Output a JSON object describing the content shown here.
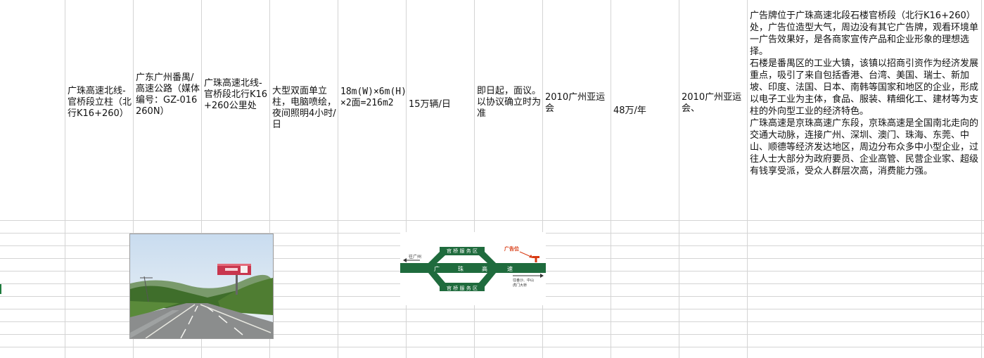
{
  "row": {
    "name": "广珠高速北线-官桥段立柱（北行K16+260）",
    "location": "广东广州番禺/高速公路（媒体编号：GZ-016260N）",
    "position": "广珠高速北线-官桥段北行K16+260公里处",
    "form": "大型双面单立柱，电脑喷绘，夜间照明4小时/日",
    "size": "18m(W)×6m(H)×2面=216m2",
    "traffic": "15万辆/日",
    "availability": "即日起，面议。以协议确立时为准",
    "event": "2010广州亚运会",
    "price": "48万/年",
    "event2": "2010广州亚运会、",
    "desc": [
      "广告牌位于广珠高速北段石楼官桥段（北行K16+260）处，广告位造型大气，周边没有其它广告牌，观看环境单一广告效果好，是各商家宣传产品和企业形象的理想选择。",
      "石楼是番禺区的工业大镇，该镇以招商引资作为经济发展重点，吸引了来自包括香港、台湾、美国、瑞士、新加坡、印度、法国、日本、南韩等国家和地区的企业，形成以电子工业为主体，食品、服装、精细化工、建材等为支柱的外向型工业的经济特色。",
      "广珠高速是京珠高速广东段，京珠高速是全国南北走向的交通大动脉，连接广州、深圳、澳门、珠海、东莞、中山、顺德等经济发达地区，周边分布众多中小型企业，过往人士大部分为政府要员、企业高管、民营企业家、超级有钱享受派，受众人群层次高，消费能力强。"
    ]
  },
  "map": {
    "top_label": "官 桥 服 务 区",
    "bottom_label": "官 桥 服 务 区",
    "road_chars": [
      "广",
      "珠",
      "高",
      "速"
    ],
    "left_label": "往广州",
    "right_label_1": "往番沙、中山",
    "right_label_2": "虎门大桥",
    "ad_label": "广告位",
    "road_color": "#1f6b3d",
    "ad_color": "#d83a12"
  },
  "photo": {
    "billboard_color": "#c8364e",
    "sky_color": "#dce8f4",
    "road_color": "#8b8d8d",
    "grass_color": "#4f7d32"
  }
}
